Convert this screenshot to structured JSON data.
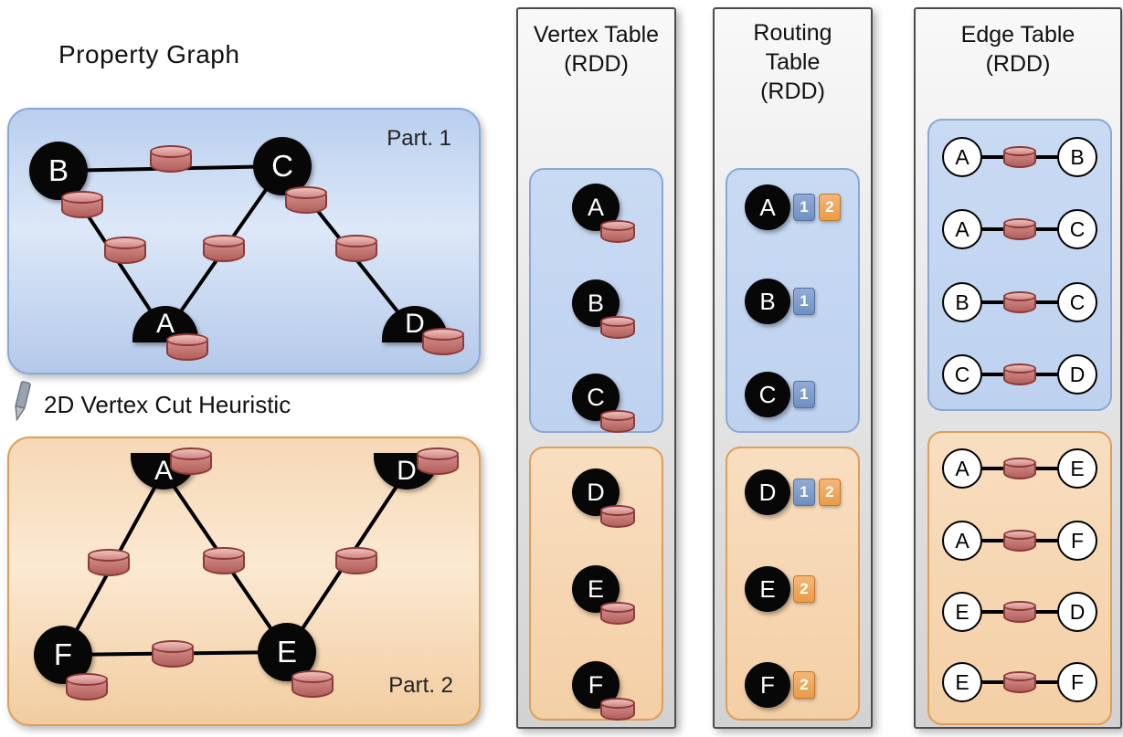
{
  "page": {
    "title": "Property Graph",
    "heuristic_label": "2D Vertex Cut Heuristic"
  },
  "partitions": {
    "part1_label": "Part. 1",
    "part2_label": "Part. 2"
  },
  "graph": {
    "part1": {
      "vertices": [
        {
          "id": "B",
          "cut": false
        },
        {
          "id": "C",
          "cut": false
        },
        {
          "id": "A",
          "cut": true
        },
        {
          "id": "D",
          "cut": true
        }
      ],
      "edges": [
        "B-C",
        "B-A",
        "C-A",
        "C-D"
      ]
    },
    "part2": {
      "vertices": [
        {
          "id": "A",
          "cut": true
        },
        {
          "id": "D",
          "cut": true
        },
        {
          "id": "F",
          "cut": false
        },
        {
          "id": "E",
          "cut": false
        }
      ],
      "edges": [
        "A-F",
        "A-E",
        "D-E",
        "F-E"
      ]
    }
  },
  "vertex_table": {
    "title": [
      "Vertex Table",
      "(RDD)"
    ],
    "part1": [
      "A",
      "B",
      "C"
    ],
    "part2": [
      "D",
      "E",
      "F"
    ]
  },
  "routing_table": {
    "title": [
      "Routing",
      "Table",
      "(RDD)"
    ],
    "part1": [
      {
        "vertex": "A",
        "partitions": [
          "1",
          "2"
        ]
      },
      {
        "vertex": "B",
        "partitions": [
          "1"
        ]
      },
      {
        "vertex": "C",
        "partitions": [
          "1"
        ]
      }
    ],
    "part2": [
      {
        "vertex": "D",
        "partitions": [
          "1",
          "2"
        ]
      },
      {
        "vertex": "E",
        "partitions": [
          "2"
        ]
      },
      {
        "vertex": "F",
        "partitions": [
          "2"
        ]
      }
    ]
  },
  "edge_table": {
    "title": [
      "Edge Table",
      "(RDD)"
    ],
    "part1": [
      {
        "src": "A",
        "dst": "B"
      },
      {
        "src": "A",
        "dst": "C"
      },
      {
        "src": "B",
        "dst": "C"
      },
      {
        "src": "C",
        "dst": "D"
      }
    ],
    "part2": [
      {
        "src": "A",
        "dst": "E"
      },
      {
        "src": "A",
        "dst": "F"
      },
      {
        "src": "E",
        "dst": "D"
      },
      {
        "src": "E",
        "dst": "F"
      }
    ]
  },
  "colors": {
    "partition1_fill": "#cfdff5",
    "partition1_border": "#8aa8d4",
    "partition2_fill": "#f8dcba",
    "partition2_border": "#dd9f57",
    "cylinder_fill": "#c2706d",
    "cylinder_border": "#8c3a37",
    "badge_blue": "#7d98c8",
    "badge_orange": "#eda35a",
    "table_fill": "#e4e4e4",
    "vertex_fill": "#070707"
  }
}
